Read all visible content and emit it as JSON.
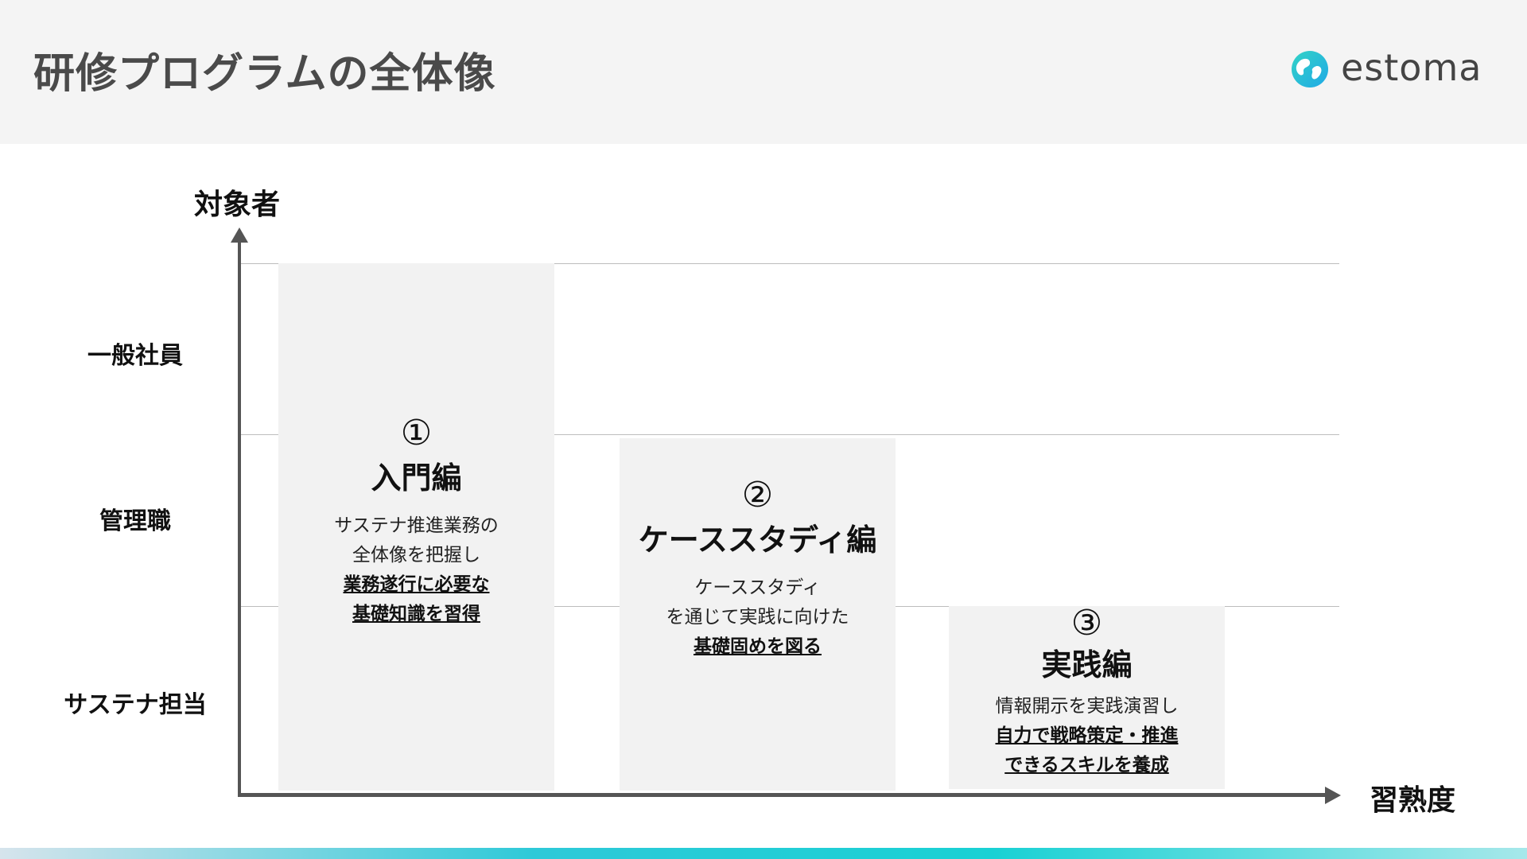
{
  "header": {
    "title": "研修プログラムの全体像",
    "brand_name": "estoma",
    "brand_icon": "globe-logo-icon",
    "background_color": "#f4f4f4"
  },
  "axes": {
    "y_title": "対象者",
    "x_title": "習熟度",
    "rows": [
      "一般社員",
      "管理職",
      "サステナ担当"
    ]
  },
  "programs": [
    {
      "number": "①",
      "title": "入門編",
      "lines": [
        "サステナ推進業務の",
        "全体像を把握し"
      ],
      "emphasis": [
        "業務遂行に必要な",
        "基礎知識を習得"
      ]
    },
    {
      "number": "②",
      "title": "ケーススタディ編",
      "lines": [
        "ケーススタディ",
        "を通じて実践に向けた"
      ],
      "emphasis": [
        "基礎固めを図る"
      ]
    },
    {
      "number": "③",
      "title": "実践編",
      "lines": [
        "情報開示を実践演習し"
      ],
      "emphasis": [
        "自力で戦略策定・推進",
        "できるスキルを養成"
      ]
    }
  ],
  "colors": {
    "box_fill": "#f2f2f2",
    "axis": "#555555",
    "accent": "#19d1d4"
  }
}
